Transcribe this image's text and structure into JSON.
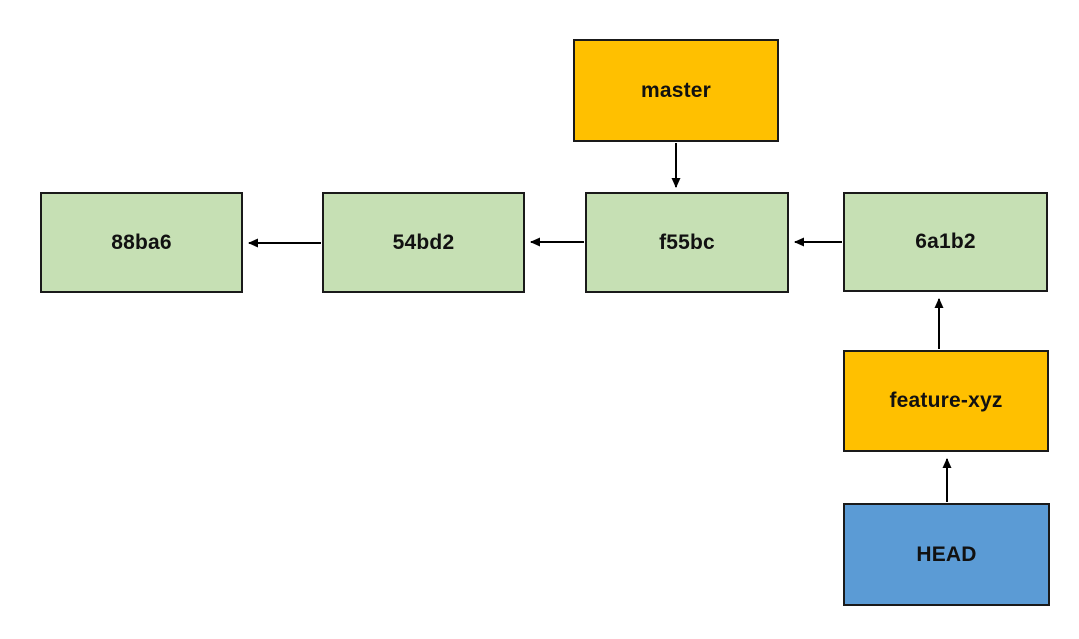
{
  "diagram": {
    "type": "git-commit-graph",
    "background": "#FFFFFF",
    "nodes": [
      {
        "id": "master",
        "label": "master",
        "kind": "branch",
        "color": "#FFC000"
      },
      {
        "id": "88ba6",
        "label": "88ba6",
        "kind": "commit",
        "color": "#C6E0B4"
      },
      {
        "id": "54bd2",
        "label": "54bd2",
        "kind": "commit",
        "color": "#C6E0B4"
      },
      {
        "id": "f55bc",
        "label": "f55bc",
        "kind": "commit",
        "color": "#C6E0B4"
      },
      {
        "id": "6a1b2",
        "label": "6a1b2",
        "kind": "commit",
        "color": "#C6E0B4"
      },
      {
        "id": "feature-xyz",
        "label": "feature-xyz",
        "kind": "branch",
        "color": "#FFC000"
      },
      {
        "id": "HEAD",
        "label": "HEAD",
        "kind": "head",
        "color": "#5B9BD5"
      }
    ],
    "edges": [
      {
        "from": "master",
        "to": "f55bc",
        "direction": "down"
      },
      {
        "from": "54bd2",
        "to": "88ba6",
        "direction": "left"
      },
      {
        "from": "f55bc",
        "to": "54bd2",
        "direction": "left"
      },
      {
        "from": "6a1b2",
        "to": "f55bc",
        "direction": "left"
      },
      {
        "from": "feature-xyz",
        "to": "6a1b2",
        "direction": "up"
      },
      {
        "from": "HEAD",
        "to": "feature-xyz",
        "direction": "up"
      }
    ],
    "colors": {
      "branch_fill": "#FFC000",
      "commit_fill": "#C6E0B4",
      "head_fill": "#5B9BD5",
      "border": "#1A1A1A",
      "arrow": "#000000",
      "text": "#111111"
    }
  }
}
